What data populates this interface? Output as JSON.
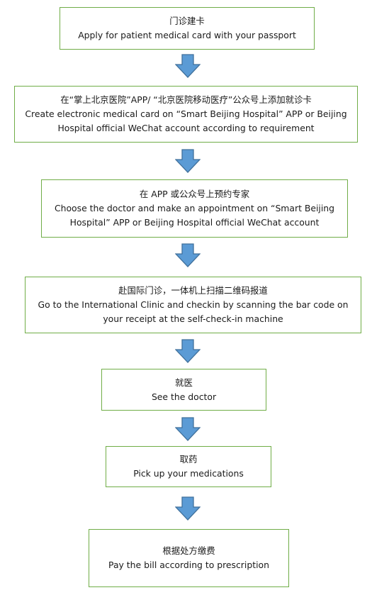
{
  "flow": {
    "steps": [
      {
        "zh": "门诊建卡",
        "en": [
          "Apply for patient medical card with your passport"
        ]
      },
      {
        "zh": "在“掌上北京医院”APP/ “北京医院移动医疗”公众号上添加就诊卡",
        "en": [
          "Create electronic medical card on  “Smart Beijing Hospital” APP or Beijing",
          "Hospital official WeChat account according to requirement"
        ]
      },
      {
        "zh": "在 APP 或公众号上预约专家",
        "en": [
          "Choose the doctor and make an appointment on  “Smart Beijing",
          "Hospital” APP or Beijing Hospital official WeChat account"
        ]
      },
      {
        "zh": "赴国际门诊，一体机上扫描二维码报道",
        "en": [
          "Go to the International Clinic and checkin by scanning the bar code on",
          "your receipt at the self-check-in machine"
        ]
      },
      {
        "zh": "就医",
        "en": [
          "See the doctor"
        ]
      },
      {
        "zh": "取药",
        "en": [
          "Pick up your medications"
        ]
      },
      {
        "zh": "根据处方缴费",
        "en": [
          "Pay the bill according to prescription"
        ]
      }
    ]
  },
  "colors": {
    "box_border": "#70ad47",
    "arrow_fill": "#5b9bd5",
    "arrow_stroke": "#41719c"
  },
  "icons": {
    "arrow": "down-arrow-icon"
  }
}
